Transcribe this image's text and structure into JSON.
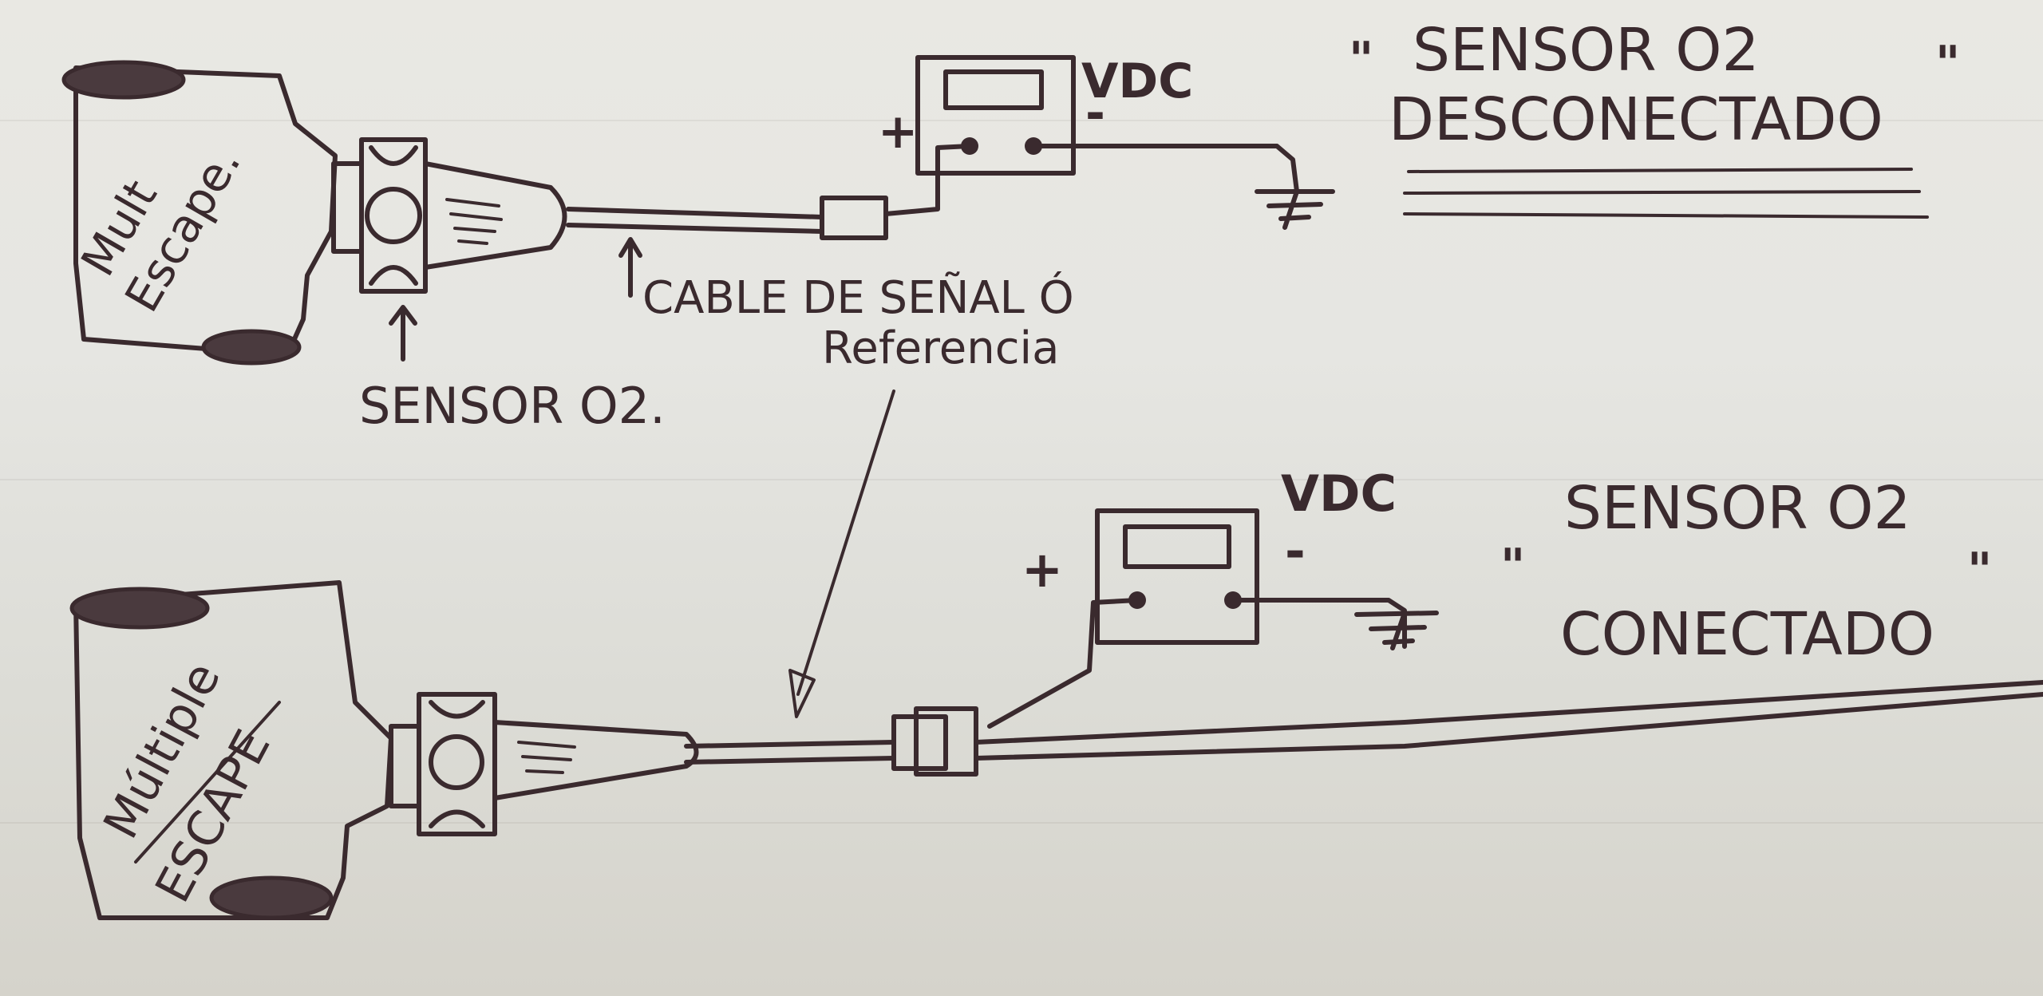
{
  "diagram_data": {
    "top_diagram": {
      "manifold_label_line1": "Mult",
      "manifold_label_line2": "Escape.",
      "sensor_label": "SENSOR O2.",
      "cable_label_line1": "CABLE DE SEÑAL Ó",
      "cable_label_line2": "Referencia",
      "meter_label": "VDC",
      "plus_sign": "+",
      "minus_sign": "-",
      "title_line1": "SENSOR O2",
      "title_line2": "DESCONECTADO",
      "open_quote": "\"",
      "close_quote": "\""
    },
    "bottom_diagram": {
      "manifold_label_line1": "Múltiple",
      "manifold_label_line2": "ESCAPE",
      "meter_label": "VDC",
      "plus_sign": "+",
      "minus_sign": "-",
      "title_line1": "SENSOR O2",
      "title_line2": "CONECTADO",
      "open_quote": "\"",
      "close_quote": "\""
    },
    "icons": [
      "voltmeter-icon",
      "ground-symbol-icon",
      "arrow-icon"
    ]
  }
}
